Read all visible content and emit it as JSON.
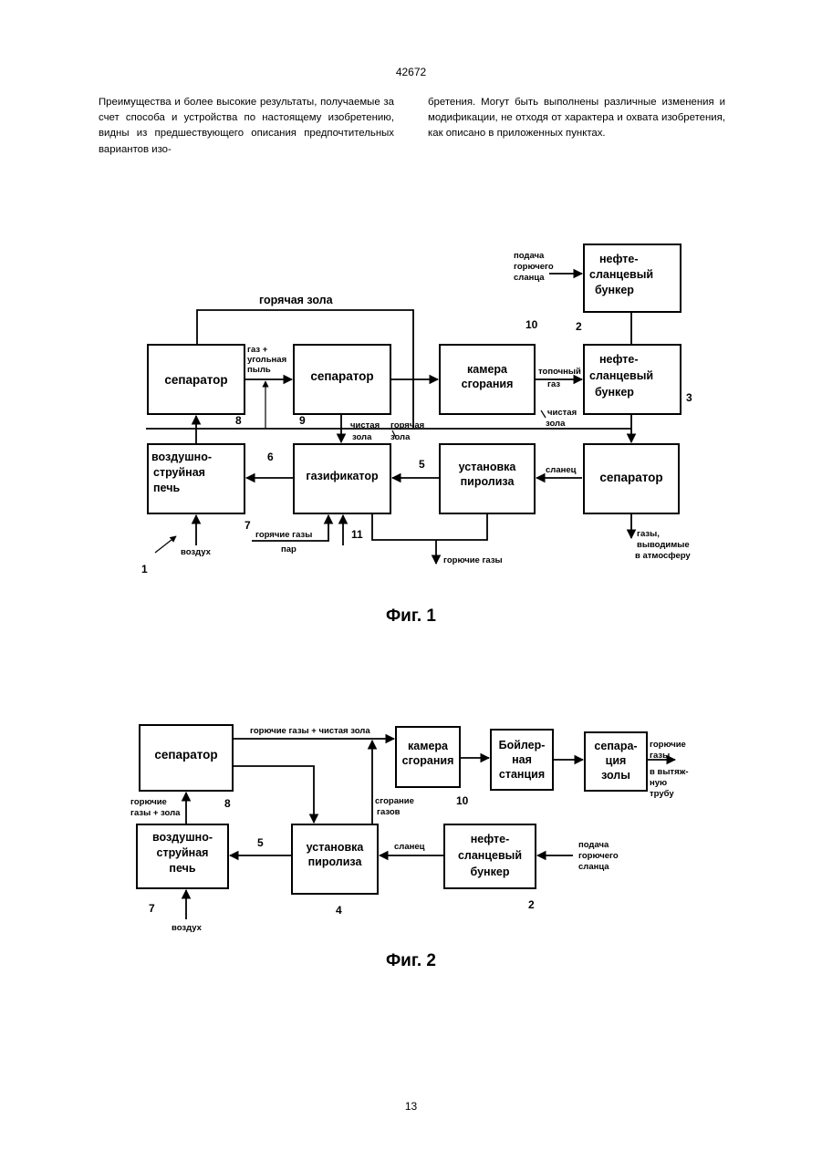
{
  "header": {
    "page_number": "42672"
  },
  "body_text": {
    "left": "Преимущества и более высокие результаты, получаемые за счет способа и устройства по настоящему изобретению, видны из предшествующего описания предпочтительных вариантов изо-",
    "right": "бретения. Могут быть выполнены различные изменения и модификации, не отходя от характера и охвата изобретения, как описано в приложенных пунктах."
  },
  "fig1": {
    "caption": "Фиг. 1",
    "boxes": {
      "separator_8": [
        "сепаратор"
      ],
      "separator_9": [
        "сепаратор"
      ],
      "combustion_chamber": [
        "камера",
        "сгорания"
      ],
      "bunker_2": [
        "нефте-",
        "сланцевый",
        "бункер"
      ],
      "bunker_3": [
        "нефте-",
        "сланцевый",
        "бункер"
      ],
      "furnace": [
        "воздушно-",
        "струйная",
        "печь"
      ],
      "gasifier": [
        "газификатор"
      ],
      "pyrolysis": [
        "установка",
        "пиролиза"
      ],
      "separator_right": [
        "сепаратор"
      ]
    },
    "labels": {
      "hot_ash": "горячая зола",
      "gas_coal_dust": [
        "газ +",
        "угольная",
        "пыль"
      ],
      "fuel_gas": [
        "топочный",
        "газ"
      ],
      "clean_ash_right": [
        "чистая",
        "зола"
      ],
      "clean_ash_mid": [
        "чистая",
        "зола"
      ],
      "hot_ash_small": [
        "горячая",
        "зола"
      ],
      "feed": [
        "подача",
        "горючего",
        "сланца"
      ],
      "slate": "сланец",
      "gases_out": [
        "газы,",
        "выводимые",
        "в атмосферу"
      ],
      "hot_gases_steam": [
        "горячие газы",
        "пар"
      ],
      "air": "воздух",
      "combustible_gases": "горючие газы"
    },
    "numbers": [
      "1",
      "2",
      "3",
      "5",
      "6",
      "7",
      "8",
      "9",
      "10",
      "11"
    ]
  },
  "fig2": {
    "caption": "Фиг. 2",
    "boxes": {
      "separator": [
        "сепаратор"
      ],
      "combustion_chamber": [
        "камера",
        "сгорания"
      ],
      "boiler": [
        "Бойлер-",
        "ная",
        "станция"
      ],
      "ash_separation": [
        "сепара-",
        "ция",
        "золы"
      ],
      "furnace": [
        "воздушно-",
        "струйная",
        "печь"
      ],
      "pyrolysis": [
        "установка",
        "пиролиза"
      ],
      "bunker": [
        "нефте-",
        "сланцевый",
        "бункер"
      ]
    },
    "labels": {
      "gases_clean_ash": "горючие газы + чистая зола",
      "exhaust": [
        "горючие",
        "газы",
        "в вытяж-",
        "ную",
        "трубу"
      ],
      "gases_ash": [
        "горючие",
        "газы + зола"
      ],
      "gas_combustion": [
        "сгорание",
        "газов"
      ],
      "slate": "сланец",
      "feed": [
        "подача",
        "горючего",
        "сланца"
      ],
      "air": "воздух"
    },
    "numbers": [
      "2",
      "4",
      "5",
      "7",
      "8",
      "10"
    ]
  }
}
